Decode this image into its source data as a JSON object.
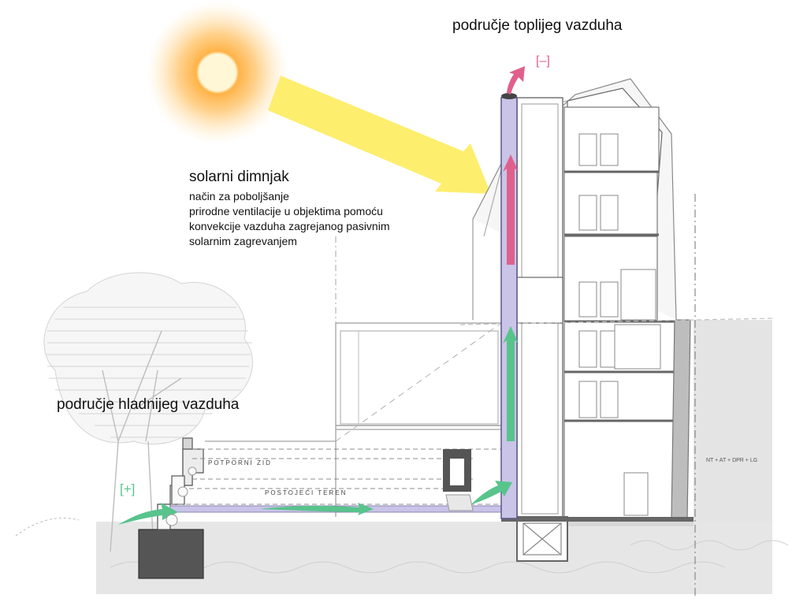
{
  "labels": {
    "hot_zone": "područje toplijeg vazduha",
    "cold_zone": "područje hladnijeg vazduha",
    "chimney_title": "solarni dimnjak",
    "chimney_desc": [
      "način za poboljšanje",
      "prirodne ventilacije u objektima pomoću",
      "konvekcije vazduha zagrejanog pasivnim",
      "solarnim zagrevanjem"
    ],
    "retaining_wall": "POTPORNI ZID",
    "existing_terrain": "POSTOJEĆI TEREN",
    "level_note": "NT + AT + DPR + LG",
    "minus_sign": "[–]",
    "plus_sign": "[+]"
  },
  "colors": {
    "sun_core": "#fff7d6",
    "sun_glow": "#ff9a00",
    "sun_ray": "#fdee6e",
    "chimney": "#c9c4e8",
    "hot_arrow": "#e0608c",
    "cold_arrow": "#58c48c",
    "ground": "#e6e6e6",
    "wall": "#b8b8b8"
  }
}
